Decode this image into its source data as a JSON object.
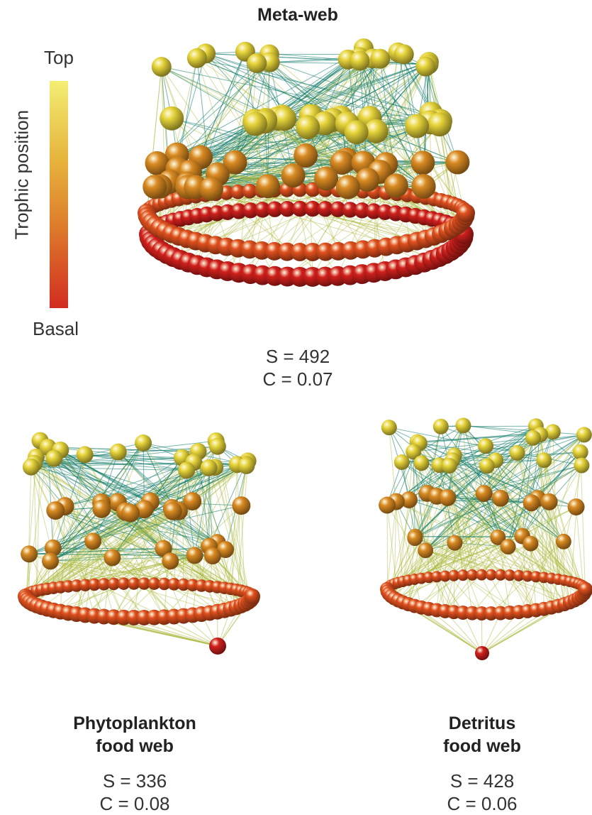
{
  "meta_web": {
    "title": "Meta-web",
    "s": "S = 492",
    "c": "C = 0.07"
  },
  "legend": {
    "top_label": "Top",
    "bottom_label": "Basal",
    "axis_title": "Trophic position",
    "color_top": "#f3ee73",
    "color_bottom": "#d22c21"
  },
  "phyto_web": {
    "title_line1": "Phytoplankton",
    "title_line2": "food web",
    "s": "S = 336",
    "c": "C = 0.08"
  },
  "detritus_web": {
    "title_line1": "Detritus",
    "title_line2": "food web",
    "s": "S = 428",
    "c": "C = 0.06"
  },
  "colors": {
    "links": "#0f7a6a",
    "links_basal": "#a9b83a",
    "node_top": "#e6d43a",
    "node_mid": "#d98a22",
    "node_ring": "#e0501e",
    "node_basal": "#d0201c"
  }
}
